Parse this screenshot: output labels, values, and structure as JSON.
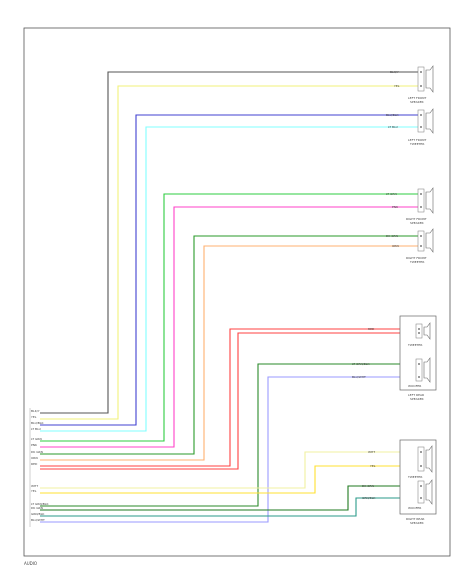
{
  "wires": [
    {
      "id": "w1",
      "color": "#555555",
      "label": "BLK/Y"
    },
    {
      "id": "w2",
      "color": "#f2f27a",
      "label": "YEL"
    },
    {
      "id": "w3",
      "color": "#4040d0",
      "label": "BLU/BLK"
    },
    {
      "id": "w4",
      "color": "#80ffff",
      "label": "LT BLU"
    },
    {
      "id": "w5",
      "color": "#2ecc40",
      "label": "LT GRN"
    },
    {
      "id": "w6",
      "color": "#ff40c8",
      "label": "PNK"
    },
    {
      "id": "w7",
      "color": "#2a9a2a",
      "label": "DK GRN"
    },
    {
      "id": "w8",
      "color": "#ffb070",
      "label": "ORN"
    },
    {
      "id": "w9",
      "color": "#ff4040",
      "label": "RED"
    },
    {
      "id": "w10",
      "color": "#2a8a2a",
      "label": "LT GRN/BLK"
    },
    {
      "id": "w11",
      "color": "#9a9aff",
      "label": "BLU/WHT"
    },
    {
      "id": "w12",
      "color": "#f0f0a0",
      "label": "WHT"
    },
    {
      "id": "w13",
      "color": "#ffe030",
      "label": "YEL"
    },
    {
      "id": "w14",
      "color": "#1f7a1f",
      "label": "DK GRN"
    },
    {
      "id": "w15",
      "color": "#2a9a8a",
      "label": "GRN/BLK"
    }
  ],
  "components": {
    "c1": {
      "name": "LEFT FRONT",
      "sub": "SPEAKER"
    },
    "c2": {
      "name": "LEFT FRONT",
      "sub": "TWEETER"
    },
    "c3": {
      "name": "RIGHT FRONT",
      "sub": "SPEAKER"
    },
    "c4": {
      "name": "RIGHT FRONT",
      "sub": "TWEETER"
    },
    "c5": {
      "name": "LEFT REAR",
      "sub": "SPEAKER",
      "inner": "TWEETER",
      "inner2": "WOOFER"
    },
    "c6": {
      "name": "RIGHT REAR",
      "sub": "SPEAKER",
      "inner": "TWEETER",
      "inner2": "WOOFER"
    }
  },
  "left_connector_labels": [
    "BLK/Y",
    "YEL",
    "BLU/BLK",
    "LT BLU",
    "LT GRN",
    "PNK",
    "DK GRN",
    "ORN",
    "RED",
    "LT GRN/BLK",
    "WHT",
    "YEL",
    "DK GRN",
    "GRN/BLK",
    "BLU/WHT"
  ],
  "footer": "AUDIO"
}
